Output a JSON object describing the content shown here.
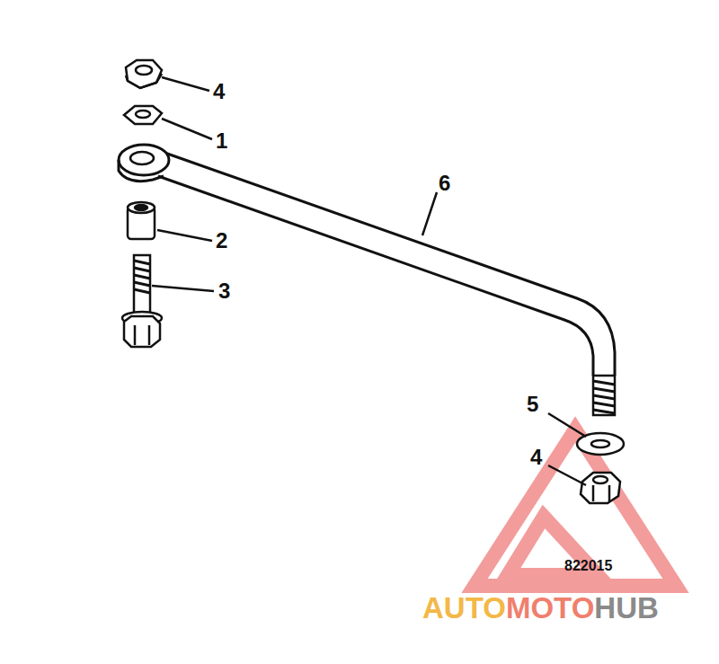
{
  "diagram": {
    "labels": [
      "4",
      "1",
      "6",
      "2",
      "3",
      "5",
      "4",
      "822015",
      "AUTO",
      "MOTO",
      "HUB"
    ]
  }
}
